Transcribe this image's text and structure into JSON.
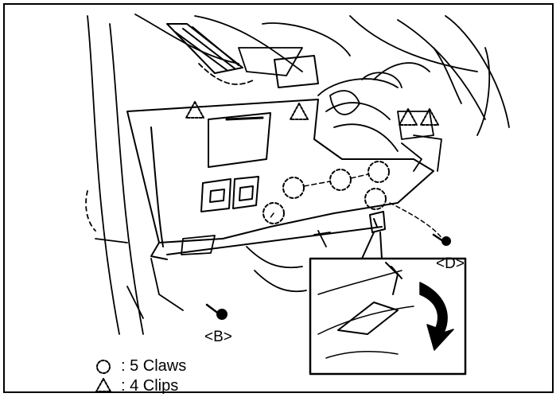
{
  "labels": {
    "b": "<B>",
    "d": "<D>"
  },
  "legend": [
    {
      "symbol": "circle",
      "text": ": 5 Claws"
    },
    {
      "symbol": "triangle",
      "text": ": 4 Clips"
    }
  ]
}
